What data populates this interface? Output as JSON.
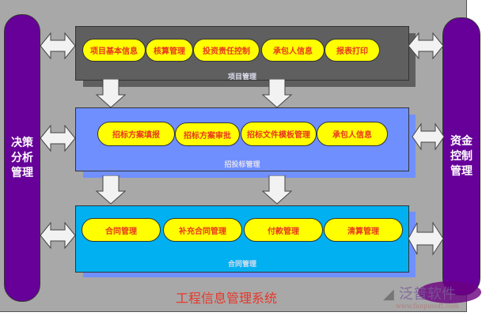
{
  "title": "工程信息管理系统",
  "left_pillar": {
    "label": "决策分析管理"
  },
  "right_pillar": {
    "label": "资金控制管理"
  },
  "sections": [
    {
      "label": "项目管理",
      "items": [
        "项目基本信息",
        "核算管理",
        "投资责任控制",
        "承包人信息",
        "报表打印"
      ]
    },
    {
      "label": "招投标管理",
      "items": [
        "招标方案填报",
        "招标方案审批",
        "招标文件模板管理",
        "承包人信息"
      ]
    },
    {
      "label": "合同管理",
      "items": [
        "合同管理",
        "补充合同管理",
        "付款管理",
        "清算管理"
      ]
    }
  ],
  "watermark": {
    "brand": "泛普软件",
    "url": "www.fanpusoft.com"
  },
  "colors": {
    "pillar": "#660099",
    "project": "#5f5f5f",
    "bidding": "#6f8fff",
    "contract": "#00b0f0",
    "pill": "#ffff00",
    "pill_text": "#e8381e"
  }
}
